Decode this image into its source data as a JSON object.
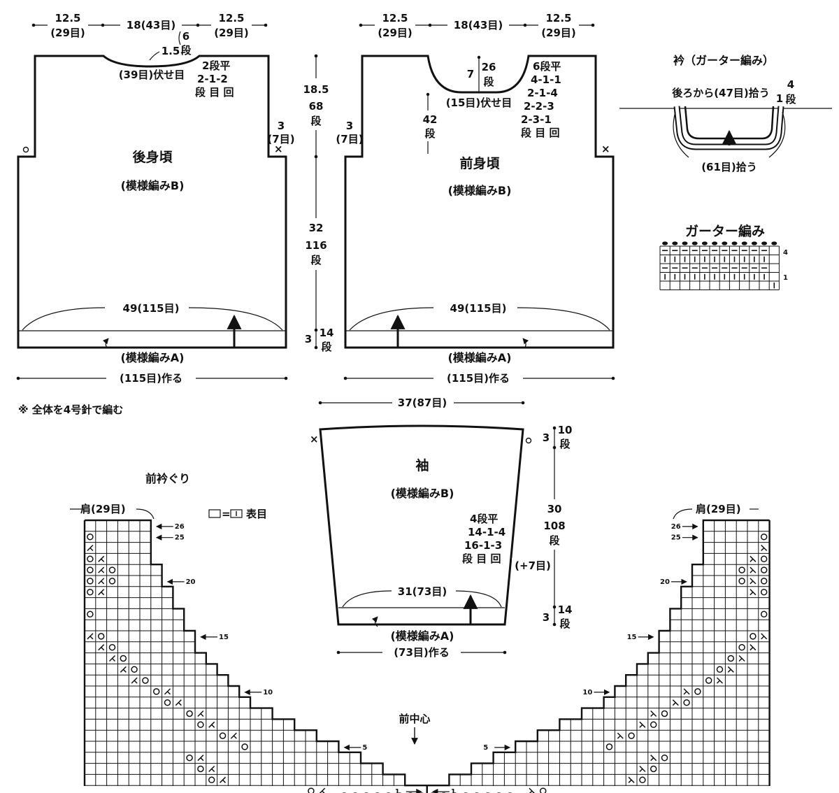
{
  "back": {
    "title": "後身頃",
    "pattern": "(模様編みB)",
    "top_left_width": "12.5",
    "top_left_sts": "(29目)",
    "top_center_width": "18(43目)",
    "top_right_width": "12.5",
    "top_right_sts": "(29目)",
    "neck_rows": "6",
    "neck_rows_unit": "段",
    "neck_depth": "1.5",
    "neck_bindoff": "(39目)伏せ目",
    "neck_dec_1": "2段平",
    "neck_dec_2": "2-1-2",
    "neck_dec_3": "段 目 回",
    "armhole_cm": "3",
    "armhole_sts": "(7目)",
    "width": "49(115目)",
    "hem_pattern": "(模様編みA)",
    "cast_on": "(115目)作る"
  },
  "body_measure": {
    "upper_cm": "18.5",
    "upper_rows": "68",
    "upper_unit": "段",
    "main_cm": "32",
    "main_rows": "116",
    "main_unit": "段",
    "hem_cm": "3",
    "hem_rows": "14",
    "hem_unit": "段"
  },
  "front": {
    "title": "前身頃",
    "pattern": "(模様編みB)",
    "top_left_width": "12.5",
    "top_left_sts": "(29目)",
    "top_center_width": "18(43目)",
    "top_right_width": "12.5",
    "top_right_sts": "(29目)",
    "neck_cm": "7",
    "neck_rows": "26",
    "neck_unit": "段",
    "neck_bindoff": "(15目)伏せ目",
    "side_rows": "42",
    "side_unit": "段",
    "neck_dec_1": "6段平",
    "neck_dec_2": "4-1-1",
    "neck_dec_3": "2-1-4",
    "neck_dec_4": "2-2-3",
    "neck_dec_5": "2-3-1",
    "neck_dec_6": "段 目 回",
    "armhole_cm": "3",
    "armhole_sts": "(7目)",
    "width": "49(115目)",
    "hem_pattern": "(模様編みA)",
    "cast_on": "(115目)作る"
  },
  "note": "※ 全体を4号針で編む",
  "collar": {
    "title": "衿（ガーター編み）",
    "back_pickup": "後ろから(47目)拾う",
    "rows_top": "4",
    "rows_unit": "段",
    "rows_cm": "1",
    "front_pickup": "(61目)拾う"
  },
  "garter": {
    "title": "ガーター編み",
    "row_labels": [
      "4",
      "1"
    ]
  },
  "sleeve": {
    "top_width": "37(87目)",
    "title": "袖",
    "pattern": "(模様編みB)",
    "top_cm": "3",
    "top_rows": "10",
    "top_unit": "段",
    "main_cm": "30",
    "main_rows": "108",
    "main_unit": "段",
    "inc_1": "4段平",
    "inc_2": "14-1-4",
    "inc_3": "16-1-3",
    "inc_4": "段 目 回",
    "inc_total": "(+7目)",
    "width": "31(73目)",
    "hem_cm": "3",
    "hem_rows": "14",
    "hem_unit": "段",
    "hem_pattern": "(模様編みA)",
    "cast_on": "(73目)作る"
  },
  "neck_chart": {
    "title": "前衿ぐり",
    "left_shoulder": "肩(29目)",
    "right_shoulder": "肩(29目)",
    "legend_eq": "=",
    "legend_text": "表目",
    "center_label": "前中心",
    "row_numbers": [
      "26",
      "25",
      "20",
      "15",
      "10",
      "5",
      "1"
    ]
  }
}
